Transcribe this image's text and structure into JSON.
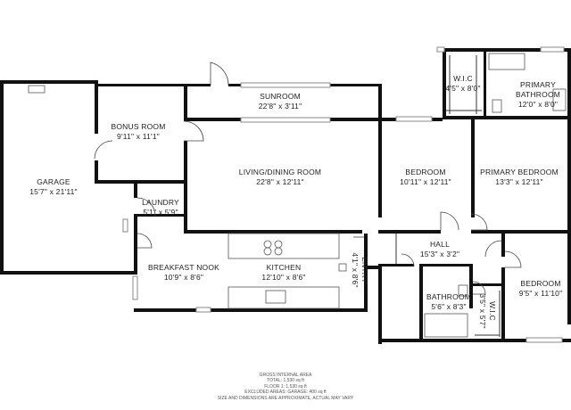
{
  "rooms": [
    {
      "id": "garage",
      "name": "GARAGE",
      "dims": "15'7\" x 21'11\""
    },
    {
      "id": "bonus-room",
      "name": "BONUS ROOM",
      "dims": "9'11\" x 11'1\""
    },
    {
      "id": "sunroom",
      "name": "SUNROOM",
      "dims": "22'8\" x 3'11\""
    },
    {
      "id": "wic-primary",
      "name": "W.I.C",
      "dims": "4'5\" x 8'0\""
    },
    {
      "id": "primary-bathroom",
      "name": "PRIMARY BATHROOM",
      "name_line1": "PRIMARY",
      "name_line2": "BATHROOM",
      "dims": "12'0\" x 8'0\""
    },
    {
      "id": "living-dining",
      "name": "LIVING/DINING ROOM",
      "dims": "22'8\" x 12'11\""
    },
    {
      "id": "bedroom-1",
      "name": "BEDROOM",
      "dims": "10'11\" x 12'11\""
    },
    {
      "id": "primary-bedroom",
      "name": "PRIMARY BEDROOM",
      "dims": "13'3\" x 12'11\""
    },
    {
      "id": "laundry",
      "name": "LAUNDRY",
      "dims": "5'1\" x 5'9\""
    },
    {
      "id": "hall",
      "name": "HALL",
      "dims": "15'3\" x 3'2\""
    },
    {
      "id": "breakfast-nook",
      "name": "BREAKFAST NOOK",
      "dims": "10'9\" x 8'6\""
    },
    {
      "id": "kitchen",
      "name": "KITCHEN",
      "dims": "12'10\" x 8'6\""
    },
    {
      "id": "entry",
      "name": "ENTRY",
      "dims": "4'1\" x 8'6\""
    },
    {
      "id": "bathroom",
      "name": "BATHROOM",
      "dims": "5'6\" x 8'3\""
    },
    {
      "id": "wic-2",
      "name": "W.I.C",
      "dims": "3'5\" x 5'7\""
    },
    {
      "id": "bedroom-2",
      "name": "BEDROOM",
      "dims": "9'5\" x 11'10\""
    }
  ],
  "notes": {
    "title": "GROSS INTERNAL AREA",
    "total": "TOTAL: 1,530 sq ft",
    "floor": "FLOOR 1: 1,530 sq ft",
    "excluded": "EXCLUDED AREAS: GARAGE: 400 sq ft",
    "disclaimer": "SIZE AND DIMENSIONS ARE APPROXIMATE, ACTUAL MAY VARY"
  }
}
